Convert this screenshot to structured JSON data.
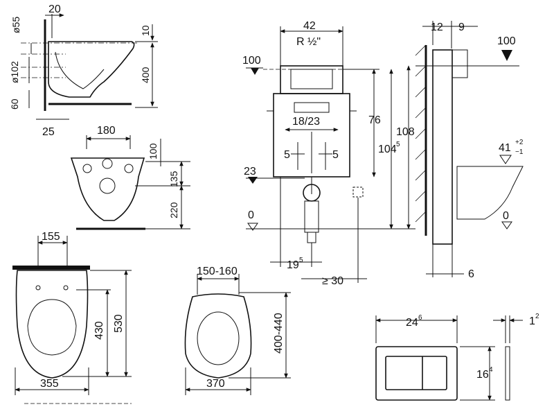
{
  "side_view": {
    "dim_top_offset": "20",
    "dim_pipe_dia": "ø55",
    "dim_outlet_dia": "ø102",
    "dim_bottom": "60",
    "dim_wall_offset": "25",
    "dim_rim_gap": "10",
    "dim_height": "400"
  },
  "front_bowl_view": {
    "dim_width": "180",
    "dim_top": "100",
    "dim_mid": "135",
    "dim_bottom": "220"
  },
  "frame_front_view": {
    "dim_width": "42",
    "thread": "R ½\"",
    "level_100": "100",
    "dim_connection": "18/23",
    "dim_left_5": "5",
    "dim_right_5": "5",
    "level_23": "23",
    "level_0": "0",
    "dim_76": "76",
    "dim_104_5_base": "104",
    "dim_104_5_sup": "5",
    "dim_108": "108",
    "dim_19_5_base": "19",
    "dim_19_5_sup": "5",
    "dim_min_30": "≥ 30"
  },
  "frame_side_view": {
    "dim_12": "12",
    "dim_9": "9",
    "level_100": "100",
    "dim_41_base": "41",
    "dim_41_tol_plus": "+2",
    "dim_41_tol_minus": "−1",
    "level_0": "0",
    "dim_6": "6"
  },
  "toilet_top_view": {
    "dim_hinge": "155",
    "dim_width": "355",
    "dim_inner": "430",
    "dim_length": "530"
  },
  "seat_top_view": {
    "dim_hinge": "150-160",
    "dim_width": "370",
    "dim_length": "400-440"
  },
  "flush_plate": {
    "dim_width_base": "24",
    "dim_width_sup": "6",
    "dim_height_base": "16",
    "dim_height_sup": "4",
    "dim_depth_base": "1",
    "dim_depth_sup": "2"
  }
}
